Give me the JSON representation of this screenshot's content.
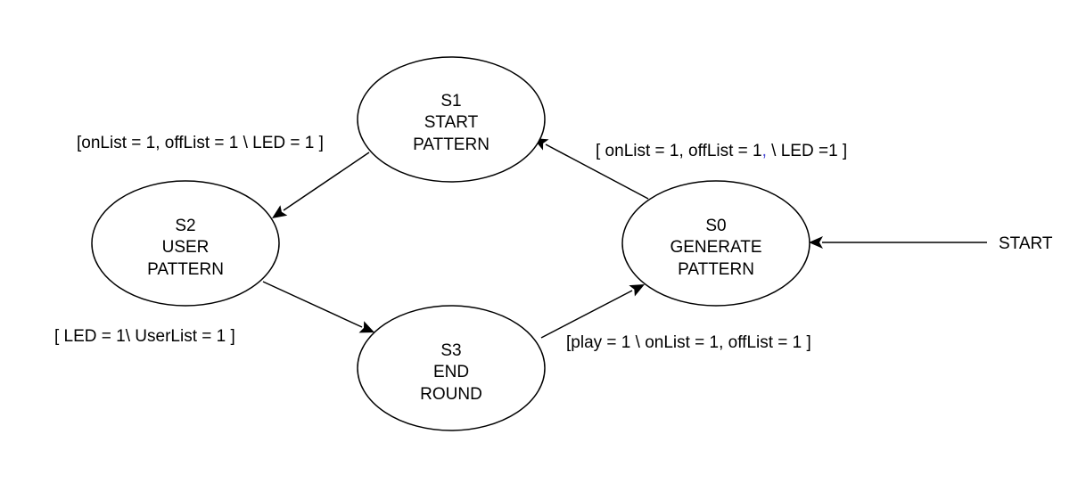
{
  "states": {
    "s0": {
      "id": "S0",
      "line1": "GENERATE",
      "line2": "PATTERN"
    },
    "s1": {
      "id": "S1",
      "line1": "START",
      "line2": "PATTERN"
    },
    "s2": {
      "id": "S2",
      "line1": "USER",
      "line2": "PATTERN"
    },
    "s3": {
      "id": "S3",
      "line1": "END",
      "line2": "ROUND"
    }
  },
  "start_label": "START",
  "transitions": {
    "s0_to_s1": {
      "before": "[ onList = 1, offList = 1",
      "comma": ",",
      "after": " \\ LED =1 ]"
    },
    "s1_to_s2": "[onList = 1, offList = 1 \\ LED = 1 ]",
    "s2_to_s3": "[ LED = 1\\ UserList = 1 ]",
    "s3_to_s0": "[play = 1 \\ onList = 1, offList = 1 ]"
  },
  "colors": {
    "stroke": "#000000",
    "background": "#ffffff",
    "highlight_comma": "#4b4bd6"
  }
}
